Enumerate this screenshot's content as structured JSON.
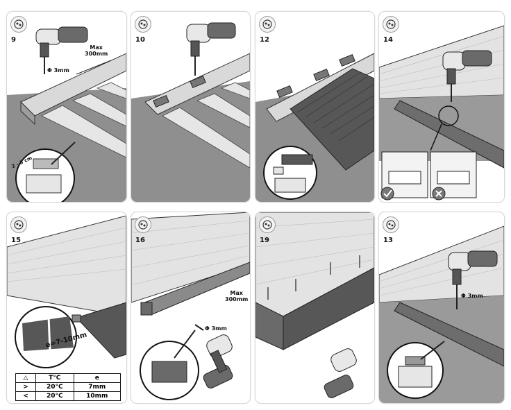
{
  "panels": [
    {
      "step": "9",
      "labels": {
        "max": "Max",
        "dist": "300mm",
        "dia": "Φ 3mm",
        "cm": "2 - 3 cm"
      }
    },
    {
      "step": "10"
    },
    {
      "step": "12"
    },
    {
      "step": "14"
    },
    {
      "step": "15",
      "labels": {
        "gap": "e=7-10mm"
      },
      "table": {
        "headers": [
          "T°C",
          "e"
        ],
        "rows": [
          [
            ">",
            "20°C",
            "7mm"
          ],
          [
            "<",
            "20°C",
            "10mm"
          ]
        ]
      }
    },
    {
      "step": "16",
      "labels": {
        "max": "Max",
        "dist": "300mm",
        "dia": "Φ 3mm"
      }
    },
    {
      "step": "19"
    },
    {
      "step": "13",
      "labels": {
        "dia": "Φ 3mm"
      }
    }
  ],
  "colors": {
    "ground": "#8f8f8f",
    "board": "#e3e3e3",
    "board_dark": "#575757",
    "outline": "#333333",
    "check": "#3a3a3a"
  },
  "icons": [
    "installer-logo-icon",
    "drill-icon",
    "screw-icon",
    "clip-icon",
    "magnifier-icon",
    "checkmark-icon",
    "cross-icon",
    "temperature-triangle-icon"
  ]
}
